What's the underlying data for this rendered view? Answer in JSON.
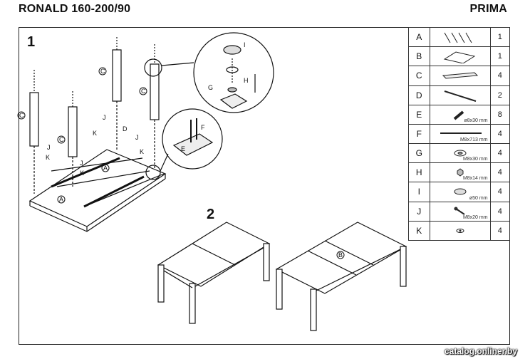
{
  "header": {
    "title": "RONALD 160-200/90",
    "brand": "PRIMA"
  },
  "steps": {
    "one": "1",
    "two": "2"
  },
  "callout_labels": [
    "C",
    "C",
    "C",
    "C",
    "A",
    "A",
    "B",
    "D",
    "J",
    "J",
    "J",
    "J",
    "K",
    "K",
    "K",
    "K",
    "E",
    "F",
    "G",
    "H",
    "I"
  ],
  "parts": [
    {
      "letter": "A",
      "count": "1",
      "icon": "screws-icon",
      "dim": ""
    },
    {
      "letter": "B",
      "count": "1",
      "icon": "allen-key-icon",
      "dim": ""
    },
    {
      "letter": "C",
      "count": "4",
      "icon": "leg-icon",
      "dim": ""
    },
    {
      "letter": "D",
      "count": "2",
      "icon": "rail-icon",
      "dim": ""
    },
    {
      "letter": "E",
      "count": "8",
      "icon": "dowel-icon",
      "dim": "ø8x30 mm"
    },
    {
      "letter": "F",
      "count": "4",
      "icon": "threaded-rod-icon",
      "dim": "M8x713 mm"
    },
    {
      "letter": "G",
      "count": "4",
      "icon": "washer-icon",
      "dim": "M8x30 mm"
    },
    {
      "letter": "H",
      "count": "4",
      "icon": "nut-icon",
      "dim": "M8x14 mm"
    },
    {
      "letter": "I",
      "count": "4",
      "icon": "cap-icon",
      "dim": "ø50 mm"
    },
    {
      "letter": "J",
      "count": "4",
      "icon": "bolt-icon",
      "dim": "M8x20 mm"
    },
    {
      "letter": "K",
      "count": "4",
      "icon": "small-washer-icon",
      "dim": ""
    }
  ],
  "watermark": "catalog.onliner.by"
}
